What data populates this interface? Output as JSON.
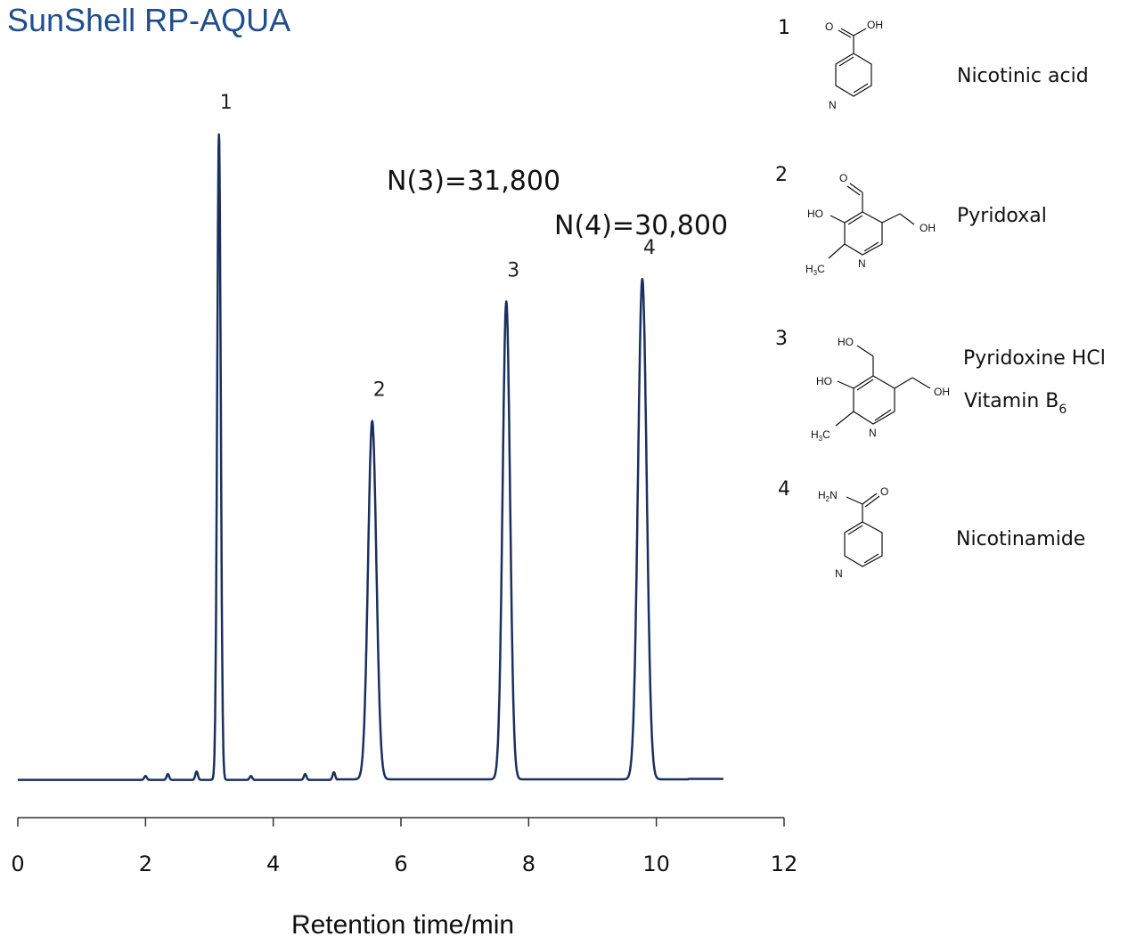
{
  "title": "SunShell RP-AQUA",
  "colors": {
    "title": "#1f4e8c",
    "trace": "#1b2f5e"
  },
  "annotations": {
    "n3": "N(3)=31,800",
    "n4": "N(4)=30,800"
  },
  "compounds": [
    {
      "num": "1",
      "name": "Nicotinic acid",
      "structure": "nicotinic-acid"
    },
    {
      "num": "2",
      "name": "Pyridoxal",
      "structure": "pyridoxal"
    },
    {
      "num": "3",
      "name": "Pyridoxine HCl",
      "name2": "Vitamin B",
      "name2_sub": "6",
      "structure": "pyridoxine"
    },
    {
      "num": "4",
      "name": "Nicotinamide",
      "structure": "nicotinamide"
    }
  ],
  "atoms": {
    "cooh_o": "O",
    "cooh_oh": "OH",
    "n": "N",
    "cho_o": "O",
    "ho": "HO",
    "oh": "OH",
    "h3c": "H",
    "h3c_sub": "3",
    "c": "C",
    "h2n": "H",
    "h2n_sub": "2",
    "n_amide": "N",
    "amide_o": "O"
  },
  "chart_data": {
    "type": "line",
    "title": "SunShell RP-AQUA",
    "xlabel": "Retention time/min",
    "ylabel": "",
    "xlim": [
      0,
      12
    ],
    "x_ticks": [
      0,
      2,
      4,
      6,
      8,
      10,
      12
    ],
    "tick_labels": [
      "0",
      "2",
      "4",
      "6",
      "8",
      "10",
      "12"
    ],
    "y_axis_shown": false,
    "grid": false,
    "x_range_trace": [
      0,
      11.05
    ],
    "peaks": [
      {
        "label": "1",
        "rt": 3.15,
        "relative_height": 1.0
      },
      {
        "label": "2",
        "rt": 5.55,
        "relative_height": 0.555
      },
      {
        "label": "3",
        "rt": 7.65,
        "relative_height": 0.74
      },
      {
        "label": "4",
        "rt": 9.78,
        "relative_height": 0.775
      }
    ],
    "minor_peaks": [
      {
        "rt": 2.0,
        "relative_height": 0.006
      },
      {
        "rt": 2.35,
        "relative_height": 0.009
      },
      {
        "rt": 2.8,
        "relative_height": 0.013
      },
      {
        "rt": 3.65,
        "relative_height": 0.006
      },
      {
        "rt": 4.5,
        "relative_height": 0.009
      },
      {
        "rt": 4.95,
        "relative_height": 0.012
      }
    ]
  }
}
